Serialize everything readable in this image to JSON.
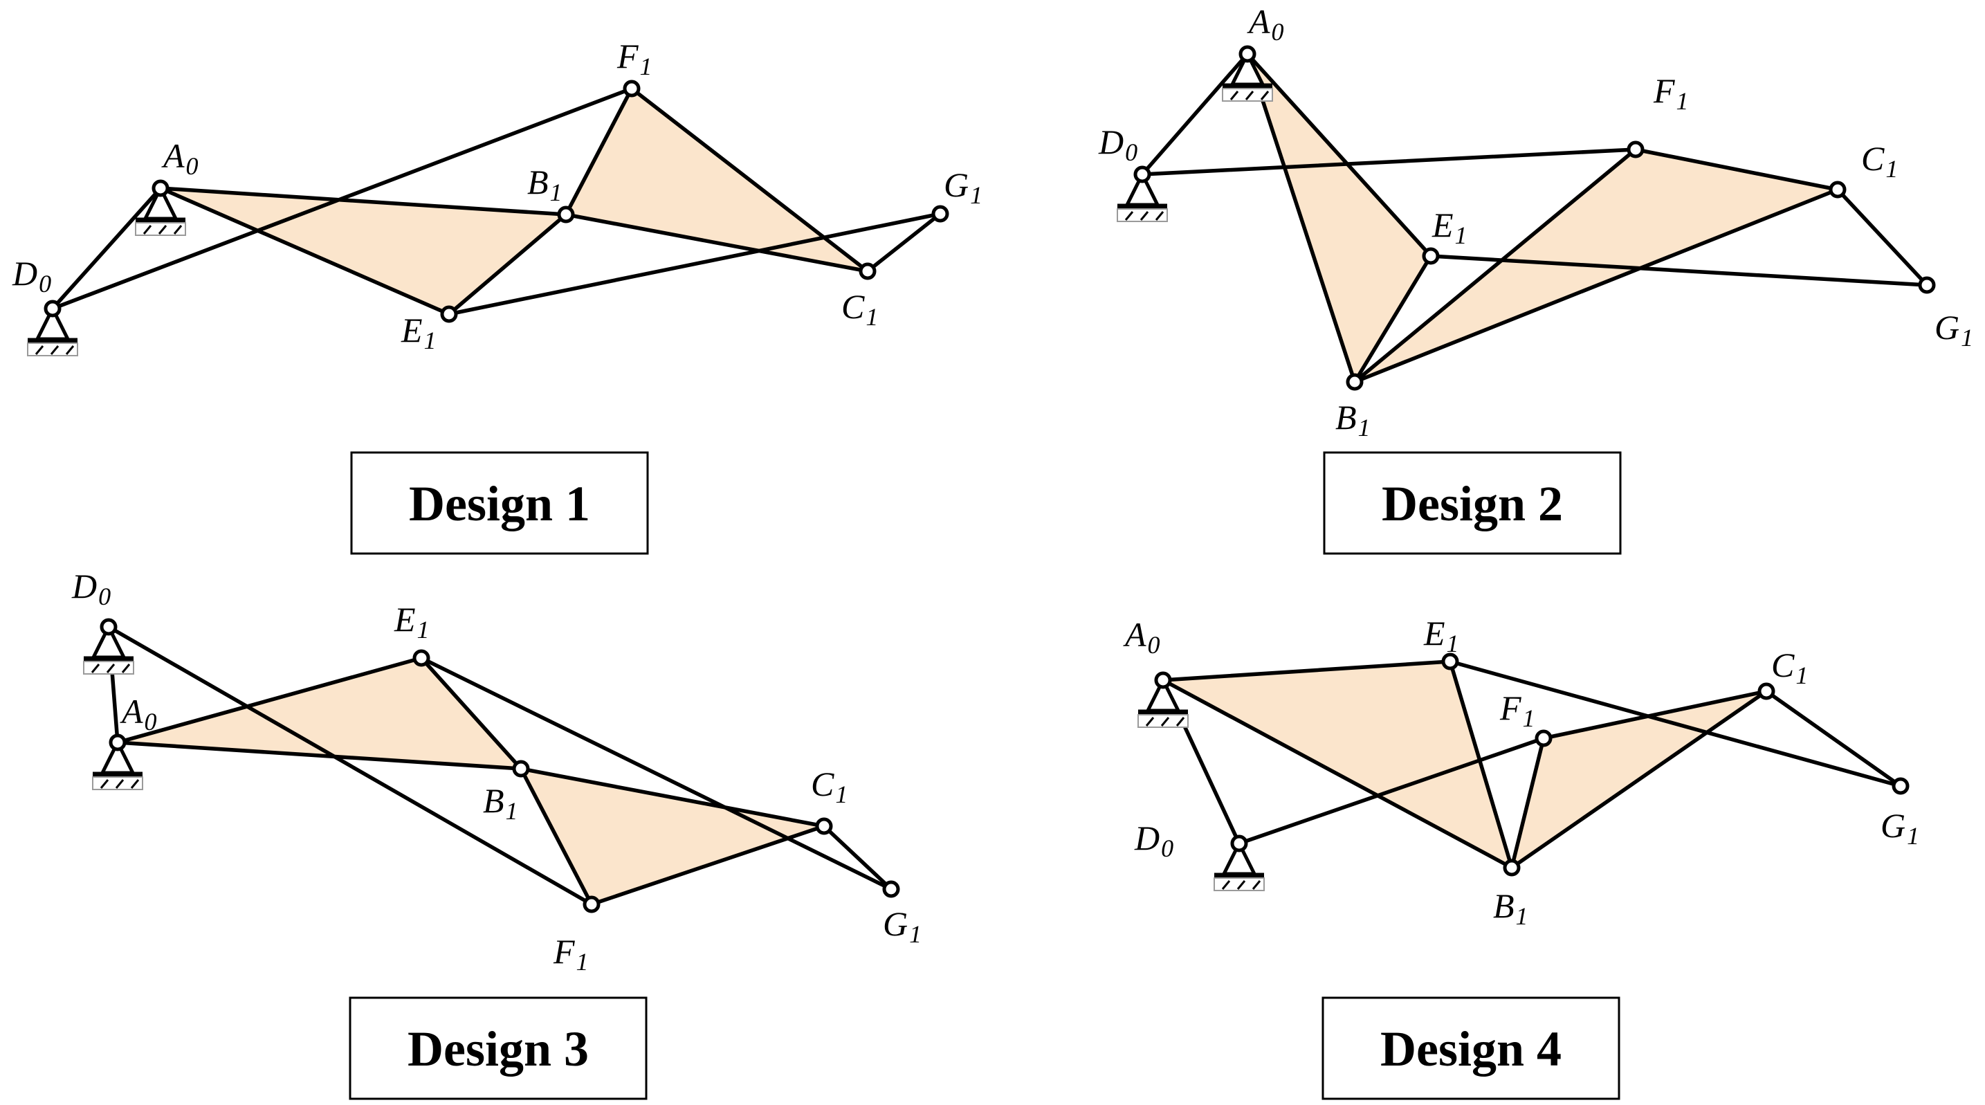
{
  "colors": {
    "plate_fill": "#fbe5cc",
    "line": "#000000",
    "background": "#ffffff"
  },
  "designs": [
    {
      "title": "Design 1",
      "joints": {
        "A0": {
          "label": "A",
          "sub": "0"
        },
        "B1": {
          "label": "B",
          "sub": "1"
        },
        "C1": {
          "label": "C",
          "sub": "1"
        },
        "D0": {
          "label": "D",
          "sub": "0"
        },
        "E1": {
          "label": "E",
          "sub": "1"
        },
        "F1": {
          "label": "F",
          "sub": "1"
        },
        "G1": {
          "label": "G",
          "sub": "1"
        }
      },
      "grounded": [
        "A0",
        "D0"
      ],
      "plates": [
        [
          "A0",
          "B1",
          "E1"
        ],
        [
          "F1",
          "B1",
          "C1"
        ]
      ],
      "links": [
        [
          "D0",
          "A0"
        ],
        [
          "D0",
          "F1"
        ],
        [
          "E1",
          "G1"
        ],
        [
          "C1",
          "G1"
        ]
      ]
    },
    {
      "title": "Design 2",
      "joints": {
        "A0": {
          "label": "A",
          "sub": "0"
        },
        "B1": {
          "label": "B",
          "sub": "1"
        },
        "C1": {
          "label": "C",
          "sub": "1"
        },
        "D0": {
          "label": "D",
          "sub": "0"
        },
        "E1": {
          "label": "E",
          "sub": "1"
        },
        "F1": {
          "label": "F",
          "sub": "1"
        },
        "G1": {
          "label": "G",
          "sub": "1"
        }
      },
      "grounded": [
        "A0",
        "D0"
      ],
      "plates": [
        [
          "A0",
          "E1",
          "B1"
        ],
        [
          "B1",
          "F1",
          "C1"
        ]
      ],
      "links": [
        [
          "D0",
          "A0"
        ],
        [
          "D0",
          "F1"
        ],
        [
          "E1",
          "G1"
        ],
        [
          "C1",
          "G1"
        ]
      ]
    },
    {
      "title": "Design 3",
      "joints": {
        "A0": {
          "label": "A",
          "sub": "0"
        },
        "B1": {
          "label": "B",
          "sub": "1"
        },
        "C1": {
          "label": "C",
          "sub": "1"
        },
        "D0": {
          "label": "D",
          "sub": "0"
        },
        "E1": {
          "label": "E",
          "sub": "1"
        },
        "F1": {
          "label": "F",
          "sub": "1"
        },
        "G1": {
          "label": "G",
          "sub": "1"
        }
      },
      "grounded": [
        "A0",
        "D0"
      ],
      "plates": [
        [
          "A0",
          "E1",
          "B1"
        ],
        [
          "B1",
          "C1",
          "F1"
        ]
      ],
      "links": [
        [
          "D0",
          "A0"
        ],
        [
          "D0",
          "F1"
        ],
        [
          "E1",
          "G1"
        ],
        [
          "C1",
          "G1"
        ]
      ]
    },
    {
      "title": "Design 4",
      "joints": {
        "A0": {
          "label": "A",
          "sub": "0"
        },
        "B1": {
          "label": "B",
          "sub": "1"
        },
        "C1": {
          "label": "C",
          "sub": "1"
        },
        "D0": {
          "label": "D",
          "sub": "0"
        },
        "E1": {
          "label": "E",
          "sub": "1"
        },
        "F1": {
          "label": "F",
          "sub": "1"
        },
        "G1": {
          "label": "G",
          "sub": "1"
        }
      },
      "grounded": [
        "A0",
        "D0"
      ],
      "plates": [
        [
          "A0",
          "E1",
          "B1"
        ],
        [
          "F1",
          "C1",
          "B1"
        ]
      ],
      "links": [
        [
          "A0",
          "D0"
        ],
        [
          "D0",
          "F1"
        ],
        [
          "E1",
          "G1"
        ],
        [
          "C1",
          "G1"
        ]
      ]
    }
  ]
}
